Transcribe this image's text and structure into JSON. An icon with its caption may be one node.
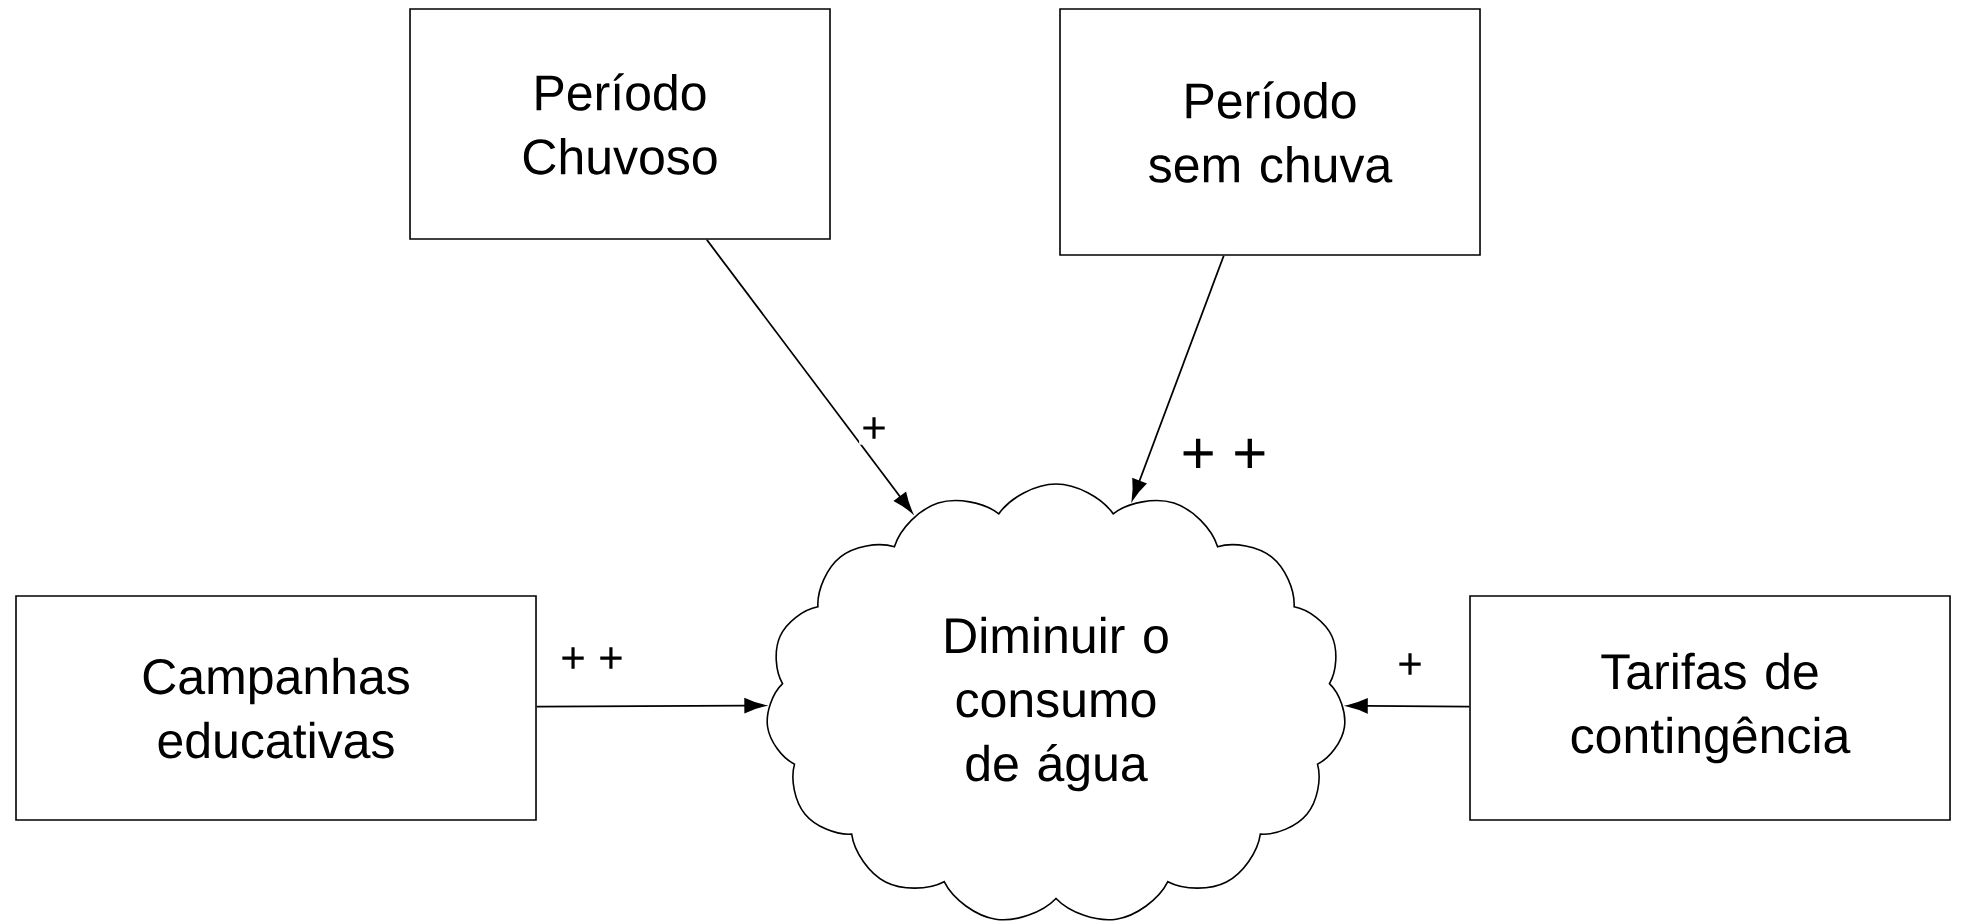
{
  "diagram": {
    "nodes": [
      {
        "text": [
          "Período Chuvoso"
        ]
      },
      {
        "text": [
          "Período sem chuva"
        ]
      },
      {
        "text": [
          "Diminuir o consumo de água"
        ]
      },
      {
        "text": [
          "Campanhas educativas"
        ]
      },
      {
        "text": [
          "Tarifas de contingência"
        ]
      }
    ],
    "edges": [
      {
        "from": 0,
        "to": 2,
        "arrow": "to",
        "label": "+"
      },
      {
        "from": 1,
        "to": 2,
        "arrow": "to",
        "label": "+ +"
      },
      {
        "from": 3,
        "to": 2,
        "arrow": "to",
        "label": "+ +"
      },
      {
        "from": 4,
        "to": 2,
        "arrow": "to",
        "label": "+"
      }
    ]
  }
}
